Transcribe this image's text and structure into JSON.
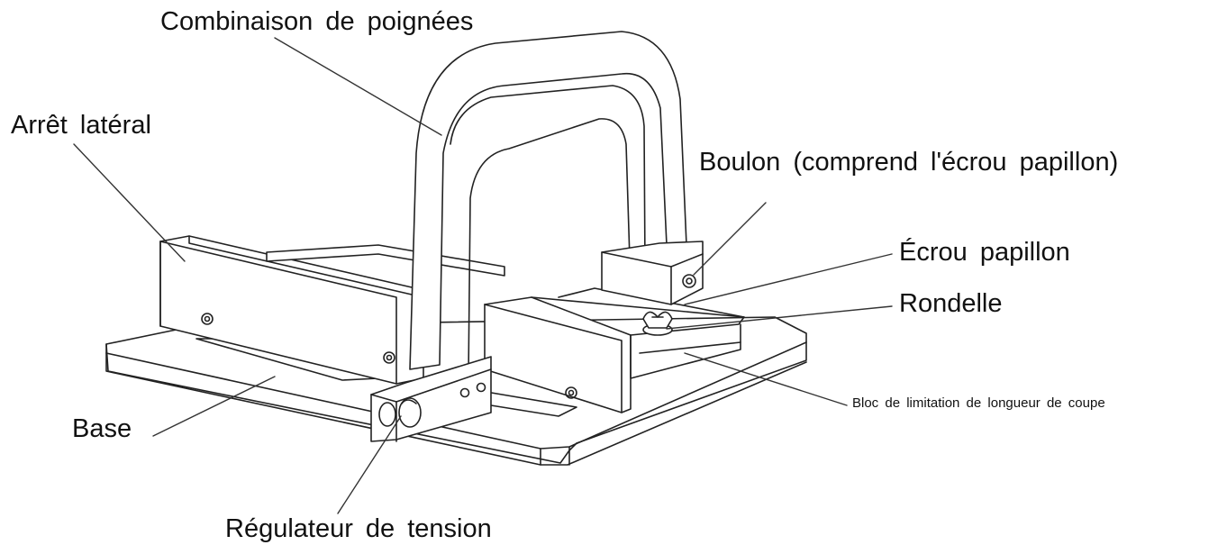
{
  "labels": {
    "handles": "Combinaison de poignées",
    "side_stop": "Arrêt latéral",
    "bolt": "Boulon (comprend l'écrou papillon)",
    "wing_nut": "Écrou papillon",
    "washer": "Rondelle",
    "length_block": "Bloc de limitation de longueur de coupe",
    "base": "Base",
    "tension": "Régulateur de tension"
  }
}
